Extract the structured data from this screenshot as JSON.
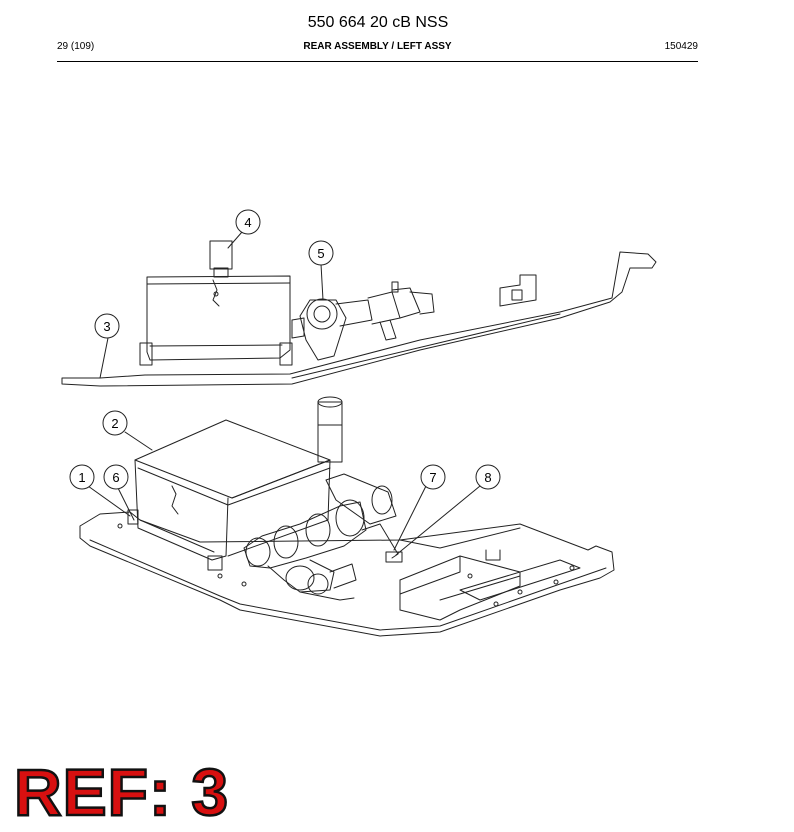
{
  "document": {
    "part_number": "550 664 20 cB NSS",
    "page": "29 (109)",
    "section": "REAR ASSEMBLY / LEFT ASSY",
    "date_code": "150429"
  },
  "callouts": [
    {
      "id": "callout-4",
      "label": "4"
    },
    {
      "id": "callout-5",
      "label": "5"
    },
    {
      "id": "callout-3",
      "label": "3"
    },
    {
      "id": "callout-2",
      "label": "2"
    },
    {
      "id": "callout-1",
      "label": "1"
    },
    {
      "id": "callout-6",
      "label": "6"
    },
    {
      "id": "callout-7",
      "label": "7"
    },
    {
      "id": "callout-8",
      "label": "8"
    }
  ],
  "ref_stamp": "REF: 3",
  "colors": {
    "line": "#222222",
    "stamp_fill": "#d81010",
    "stamp_outline": "#111111"
  }
}
